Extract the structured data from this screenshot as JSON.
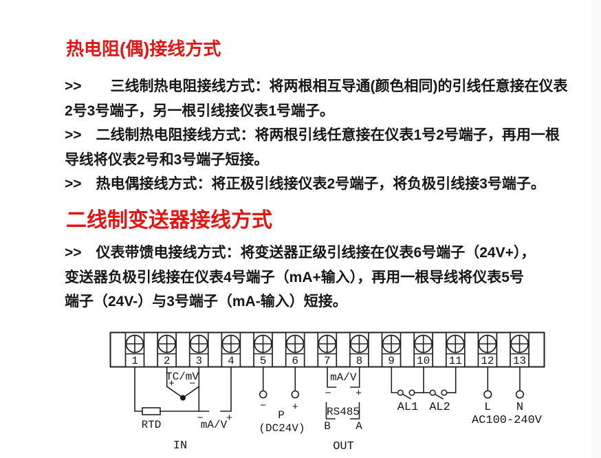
{
  "theme": {
    "accent_red": "#e31412",
    "text_color": "#161616",
    "line_color": "#1f1f1f",
    "edge_shade": "#fafafa"
  },
  "section1": {
    "title": "热电阻(偶)接线方式",
    "lines": [
      ">>　　三线制热电阻接线方式：将两根相互导通(颜色相同)的引线任意接在仪表",
      "2号3号端子，另一根引线接仪表1号端子。",
      ">>　二线制热电阻接线方式：将两根引线任意接在仪表1号2号端子，再用一根",
      "导线将仪表2号和3号端子短接。",
      ">>　热电偶接线方式：将正极引线接仪表2号端子，将负极引线接3号端子。"
    ]
  },
  "section2": {
    "title": "二线制变送器接线方式",
    "lines": [
      ">>　仪表带馈电接线方式：将变送器正级引线接在仪表6号端子（24V+），",
      "变送器负极引线接在仪表4号端子（mA+输入），再用一根导线将仪表5号",
      "端子（24V-）与3号端子（mA-输入）短接。"
    ]
  },
  "diagram": {
    "terminals": [
      "1",
      "2",
      "3",
      "4",
      "5",
      "6",
      "7",
      "8",
      "9",
      "10",
      "11",
      "12",
      "13"
    ],
    "input": {
      "tc_label": "TC/mV",
      "tc_plus": "+",
      "tc_minus": "−",
      "rtd_label": "RTD",
      "minus": "−",
      "plus": "+",
      "mav_label": "mA/V",
      "group_label": "IN"
    },
    "power24": {
      "minus": "−",
      "plus": "+",
      "p_label": "P",
      "dc_label": "(DC24V)"
    },
    "output": {
      "mav_label": "mA/V",
      "minus": "−",
      "plus": "+",
      "rs485_label": "RS485",
      "b_label": "B",
      "a_label": "A",
      "group_label": "OUT"
    },
    "alarms": {
      "al1_label": "AL1",
      "al2_label": "AL2"
    },
    "mains": {
      "l_label": "L",
      "n_label": "N",
      "range_label": "AC100-240V"
    }
  }
}
